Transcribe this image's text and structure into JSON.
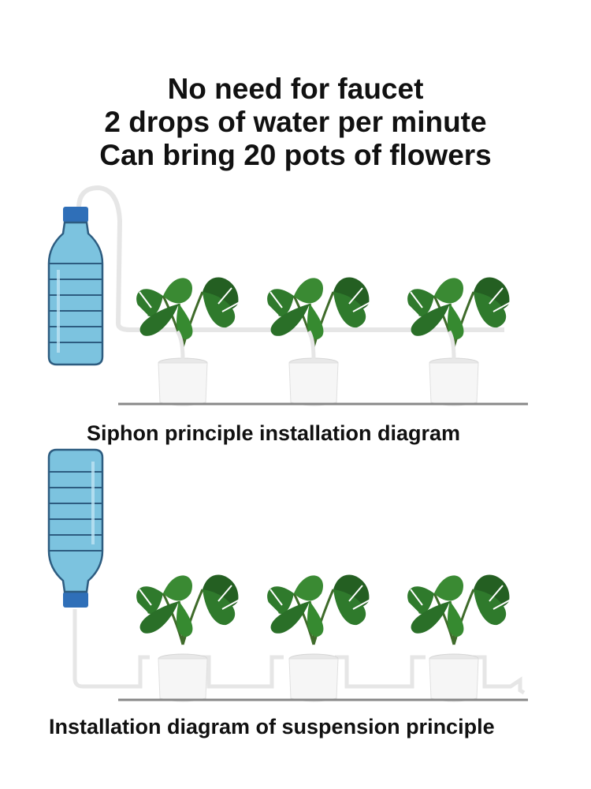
{
  "headline": {
    "line1": "No need for faucet",
    "line2": "2 drops of water per minute",
    "line3": "Can bring 20 pots of flowers"
  },
  "diagrams": [
    {
      "caption": "Siphon principle installation diagram"
    },
    {
      "caption": "Installation diagram of suspension principle"
    }
  ],
  "colors": {
    "water": "#7cc3df",
    "water_dark": "#2d5c80",
    "cap": "#2f6fb8",
    "leaf": "#2f7a2c",
    "leaf_dark": "#1f5a1f",
    "pot": "#f6f6f6",
    "tube": "#e6e6e6"
  }
}
